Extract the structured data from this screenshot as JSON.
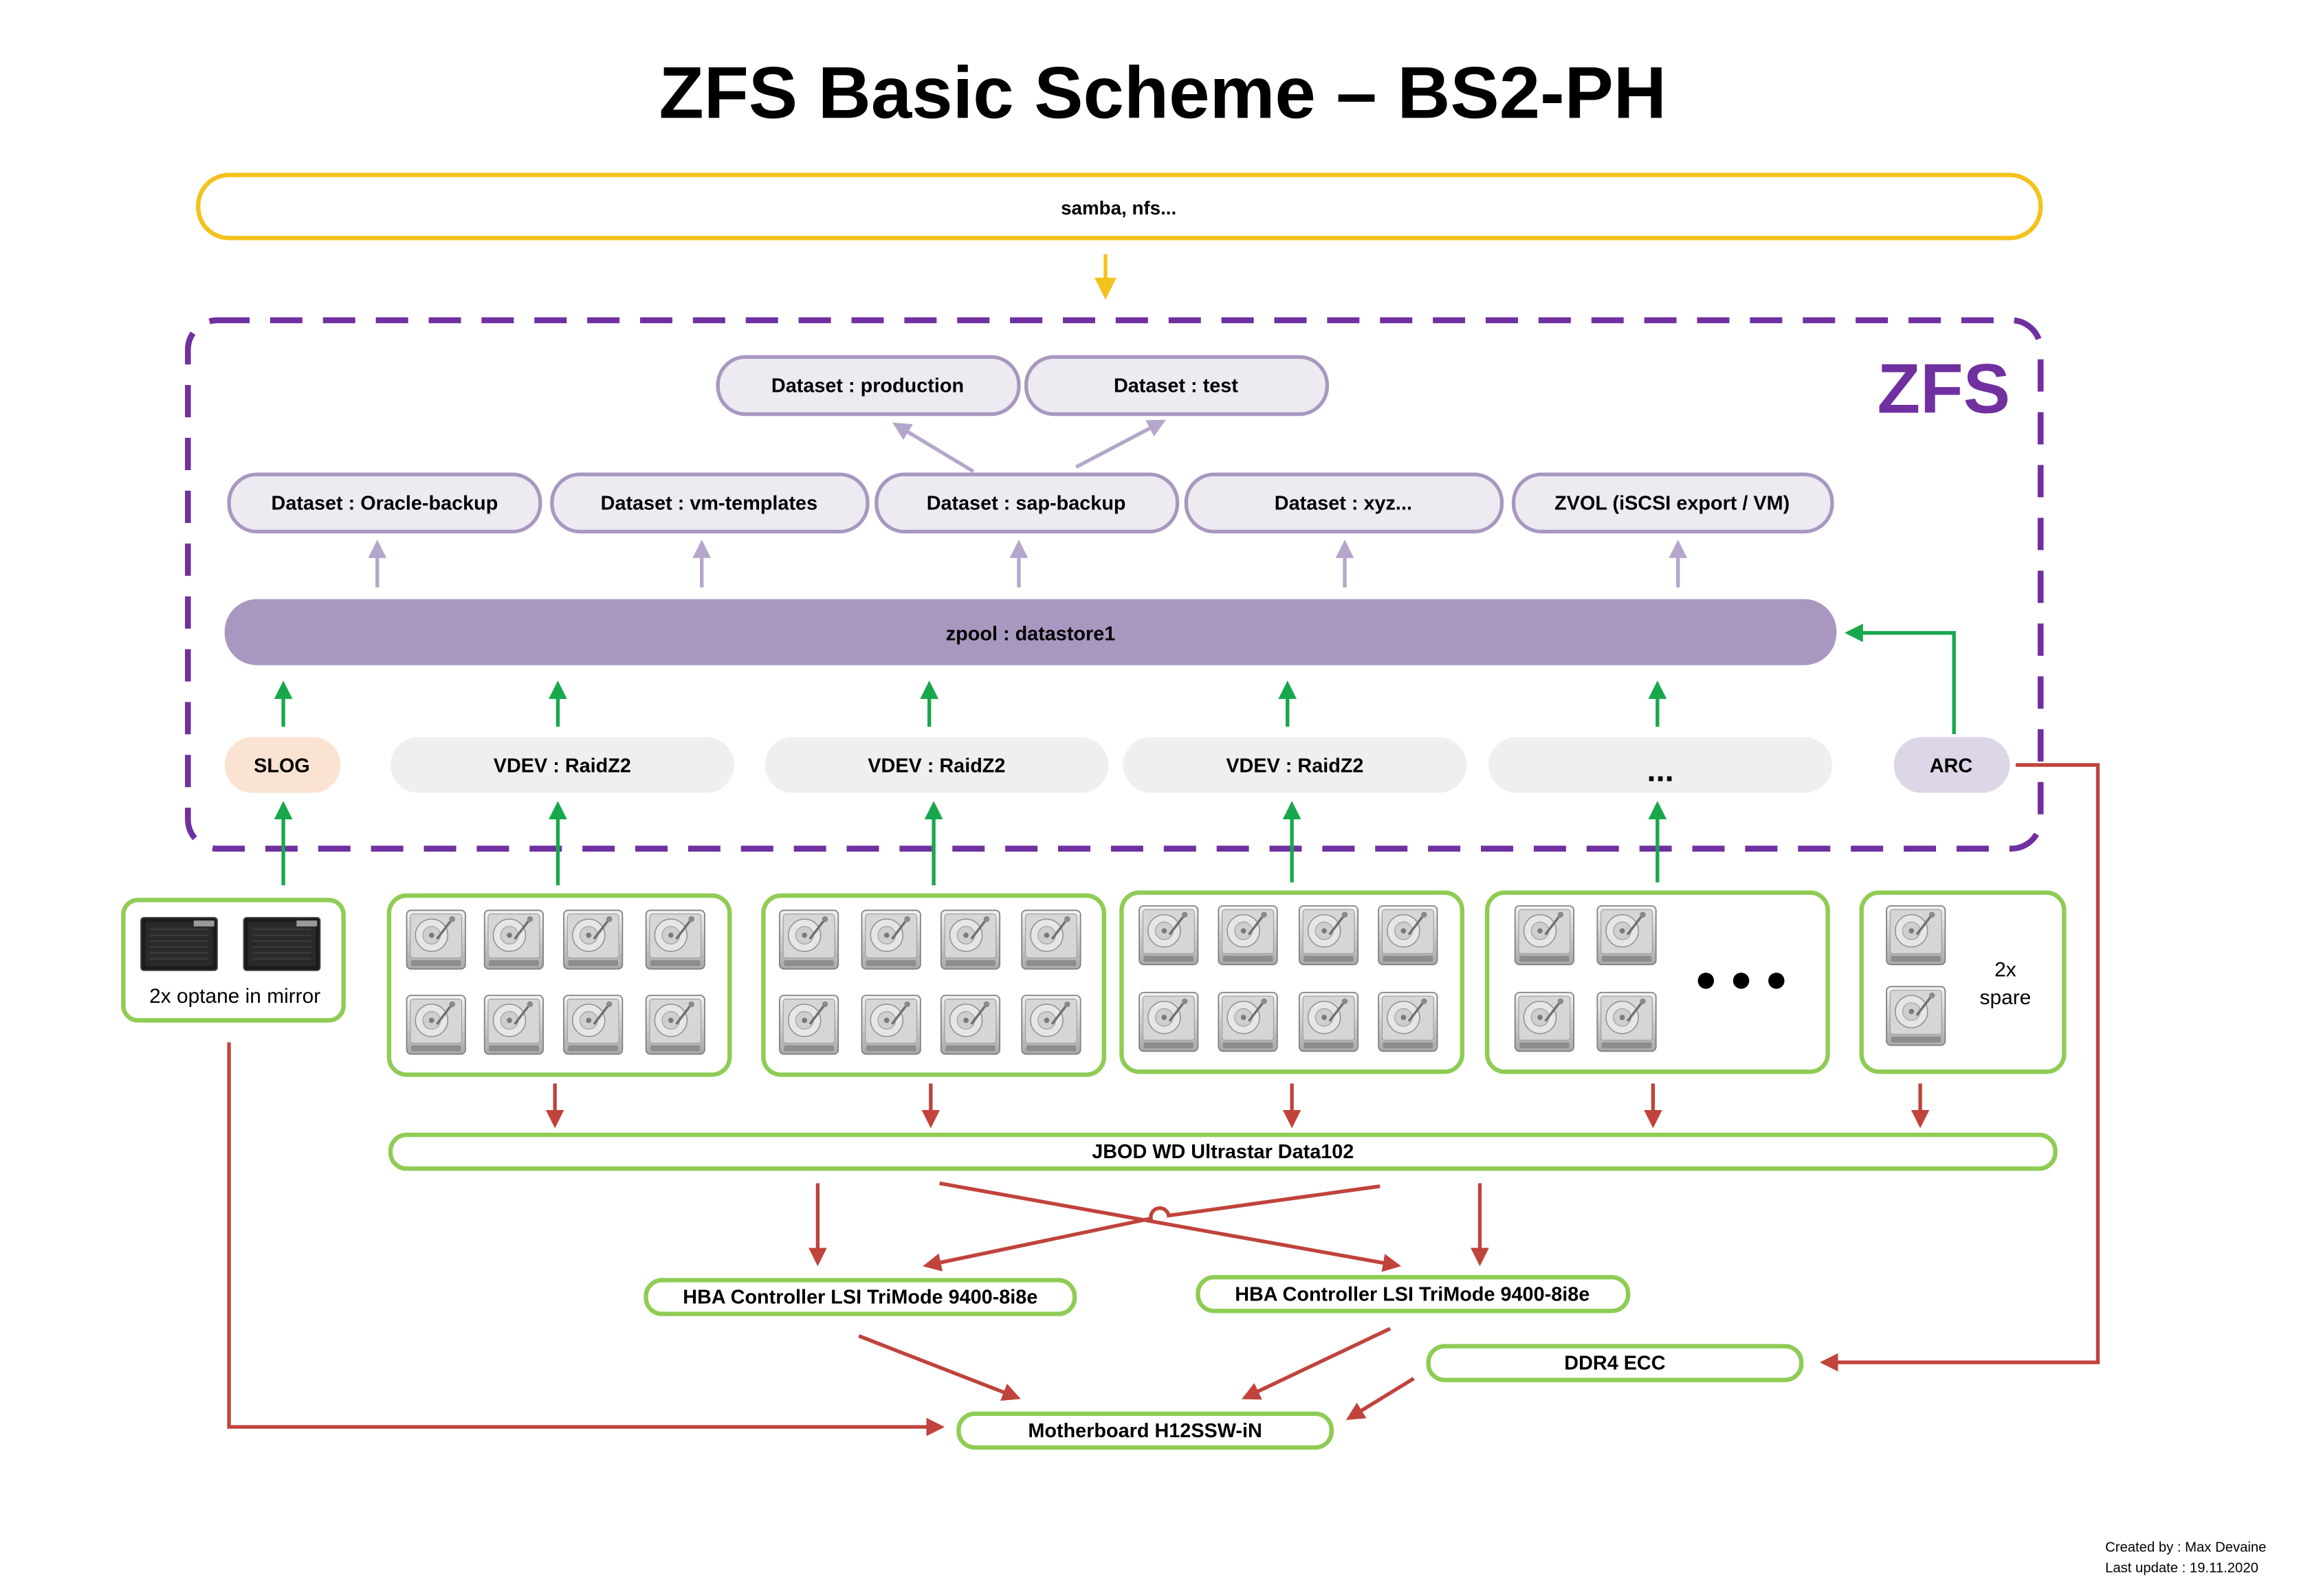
{
  "title": "ZFS Basic Scheme – BS2-PH",
  "protocols": {
    "label": "samba, nfs..."
  },
  "zfs": {
    "label": "ZFS",
    "top_datasets": [
      "Dataset : production",
      "Dataset : test"
    ],
    "datasets": [
      "Dataset : Oracle-backup",
      "Dataset : vm-templates",
      "Dataset : sap-backup",
      "Dataset : xyz...",
      "ZVOL (iSCSI export / VM)"
    ],
    "zpool": "zpool : datastore1",
    "slog": "SLOG",
    "vdevs": [
      "VDEV : RaidZ2",
      "VDEV : RaidZ2",
      "VDEV : RaidZ2",
      "..."
    ],
    "arc": "ARC"
  },
  "hardware": {
    "optane": "2x optane in mirror",
    "spare_count": "2x",
    "spare_label": "spare",
    "jbod": "JBOD WD Ultrastar Data102",
    "hba": [
      "HBA Controller LSI TriMode 9400-8i8e",
      "HBA Controller LSI TriMode 9400-8i8e"
    ],
    "ram": "DDR4 ECC",
    "motherboard": "Motherboard H12SSW-iN"
  },
  "footer": {
    "created_by": "Created by : Max Devaine",
    "last_update": "Last update : 19.11.2020"
  },
  "colors": {
    "protocol_border": "#f4c21c",
    "zfs_purple": "#7030a0",
    "dataset_fill": "#edeaf2",
    "dataset_border": "#a898c0",
    "zpool_fill": "#a898c0",
    "vdev_fill": "#efefef",
    "slog_fill": "#fbe3d3",
    "arc_fill": "#dcd6e6",
    "green": "#8fcc55",
    "green_arrow": "#17a84c",
    "red_arrow": "#c0433c",
    "lavender_arrow": "#b5a6cc"
  }
}
